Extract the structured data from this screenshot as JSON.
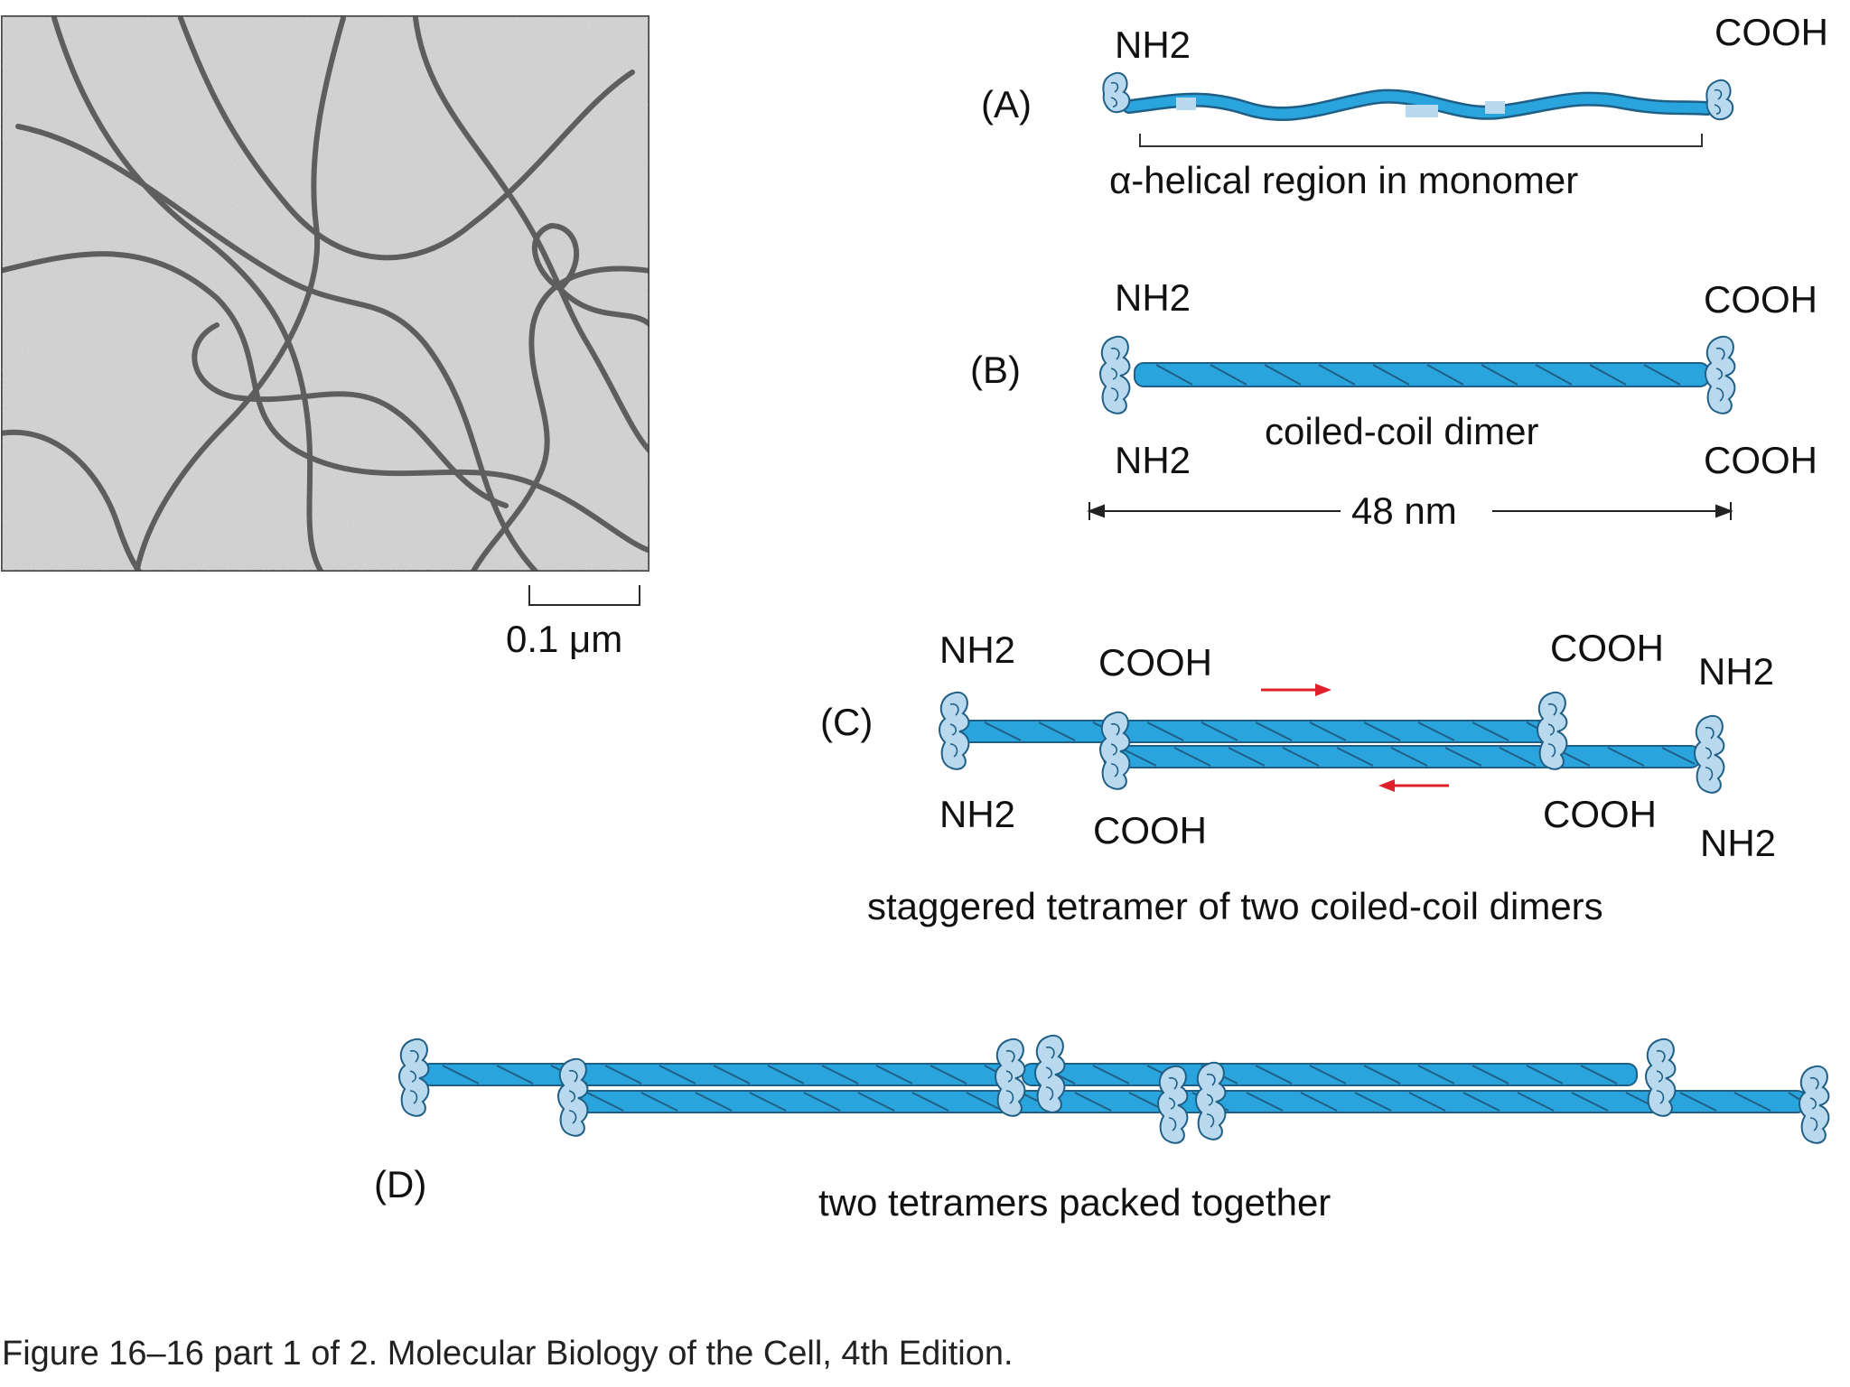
{
  "panel_a": {
    "letter": "(A)",
    "n_term": "NH2",
    "c_term": "COOH",
    "region_label": "α-helical region in monomer"
  },
  "panel_b": {
    "letter": "(B)",
    "n_term_top": "NH2",
    "n_term_bottom": "NH2",
    "c_term_top": "COOH",
    "c_term_bottom": "COOH",
    "coil_label": "coiled-coil dimer",
    "length_label": "48 nm"
  },
  "panel_c": {
    "letter": "(C)",
    "left_top": "NH2",
    "left_bottom": "NH2",
    "mid_left_top": "COOH",
    "mid_left_bottom": "COOH",
    "mid_right_top": "COOH",
    "mid_right_bottom": "COOH",
    "right_top": "NH2",
    "right_bottom": "NH2",
    "label": "staggered tetramer of two coiled-coil dimers"
  },
  "panel_d": {
    "letter": "(D)",
    "label": "two tetramers packed together"
  },
  "micrograph": {
    "scale_label": "0.1 μm"
  },
  "caption": "Figure 16–16 part 1 of 2. Molecular Biology of the Cell, 4th Edition.",
  "colors": {
    "helix": "#2aa4dc",
    "helix_dark": "#1677a8",
    "head": "#b9d9ef",
    "arrow": "#e0202a"
  }
}
